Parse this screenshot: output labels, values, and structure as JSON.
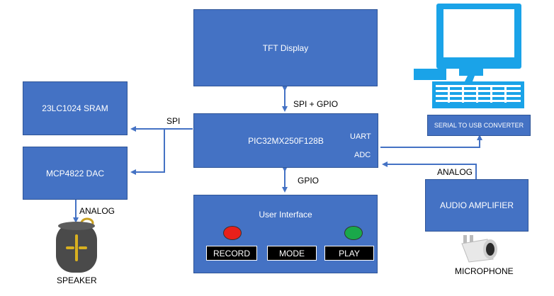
{
  "blocks": {
    "tft": "TFT Display",
    "sram": "23LC1024 SRAM",
    "mcu": "PIC32MX250F128B",
    "dac": "MCP4822 DAC",
    "ui": "User Interface",
    "amp": "AUDIO AMPLIFIER",
    "serial": "SERIAL TO USB CONVERTER"
  },
  "mcu_ports": {
    "uart": "UART",
    "adc": "ADC"
  },
  "connections": {
    "spi_gpio": "SPI + GPIO",
    "spi": "SPI",
    "gpio": "GPIO",
    "analog_amp": "ANALOG",
    "analog_speaker": "ANALOG"
  },
  "buttons": {
    "record": "RECORD",
    "mode": "MODE",
    "play": "PLAY"
  },
  "leds": {
    "left": "#e8201a",
    "right": "#1aa84a"
  },
  "devices": {
    "speaker": "SPEAKER",
    "microphone": "MICROPHONE"
  },
  "colors": {
    "block": "#4472c4",
    "line": "#4472c4",
    "computer": "#1aa3e8"
  }
}
